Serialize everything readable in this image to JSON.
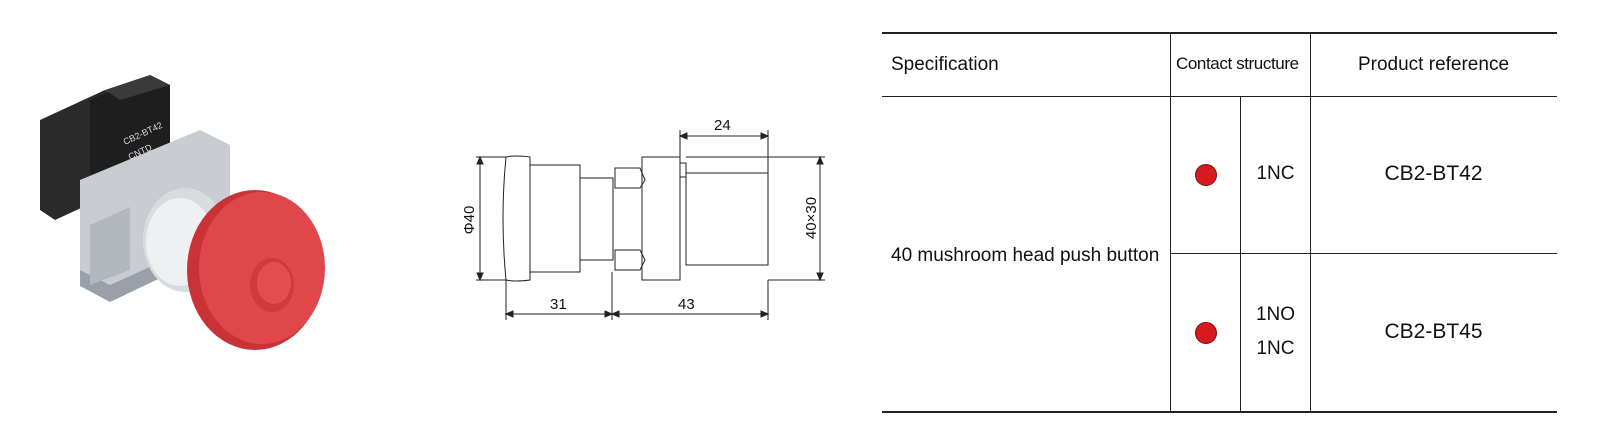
{
  "drawing": {
    "dim_top": "24",
    "dim_diameter": "Φ40",
    "dim_body": "40×30",
    "dim_left": "31",
    "dim_right": "43"
  },
  "table": {
    "headers": {
      "specification": "Specification",
      "contact_structure": "Contact structure",
      "product_reference": "Product reference"
    },
    "specification": "40 mushroom head push button",
    "rows": [
      {
        "contact_lines": [
          "1NC"
        ],
        "reference": "CB2-BT42",
        "indicator_color": "#d61a1f"
      },
      {
        "contact_lines": [
          "1NO",
          "1NC"
        ],
        "reference": "CB2-BT45",
        "indicator_color": "#d61a1f"
      }
    ]
  },
  "photo": {
    "label": "CB2-BT42",
    "brand": "CNTD",
    "button_color": "#e0474a"
  }
}
